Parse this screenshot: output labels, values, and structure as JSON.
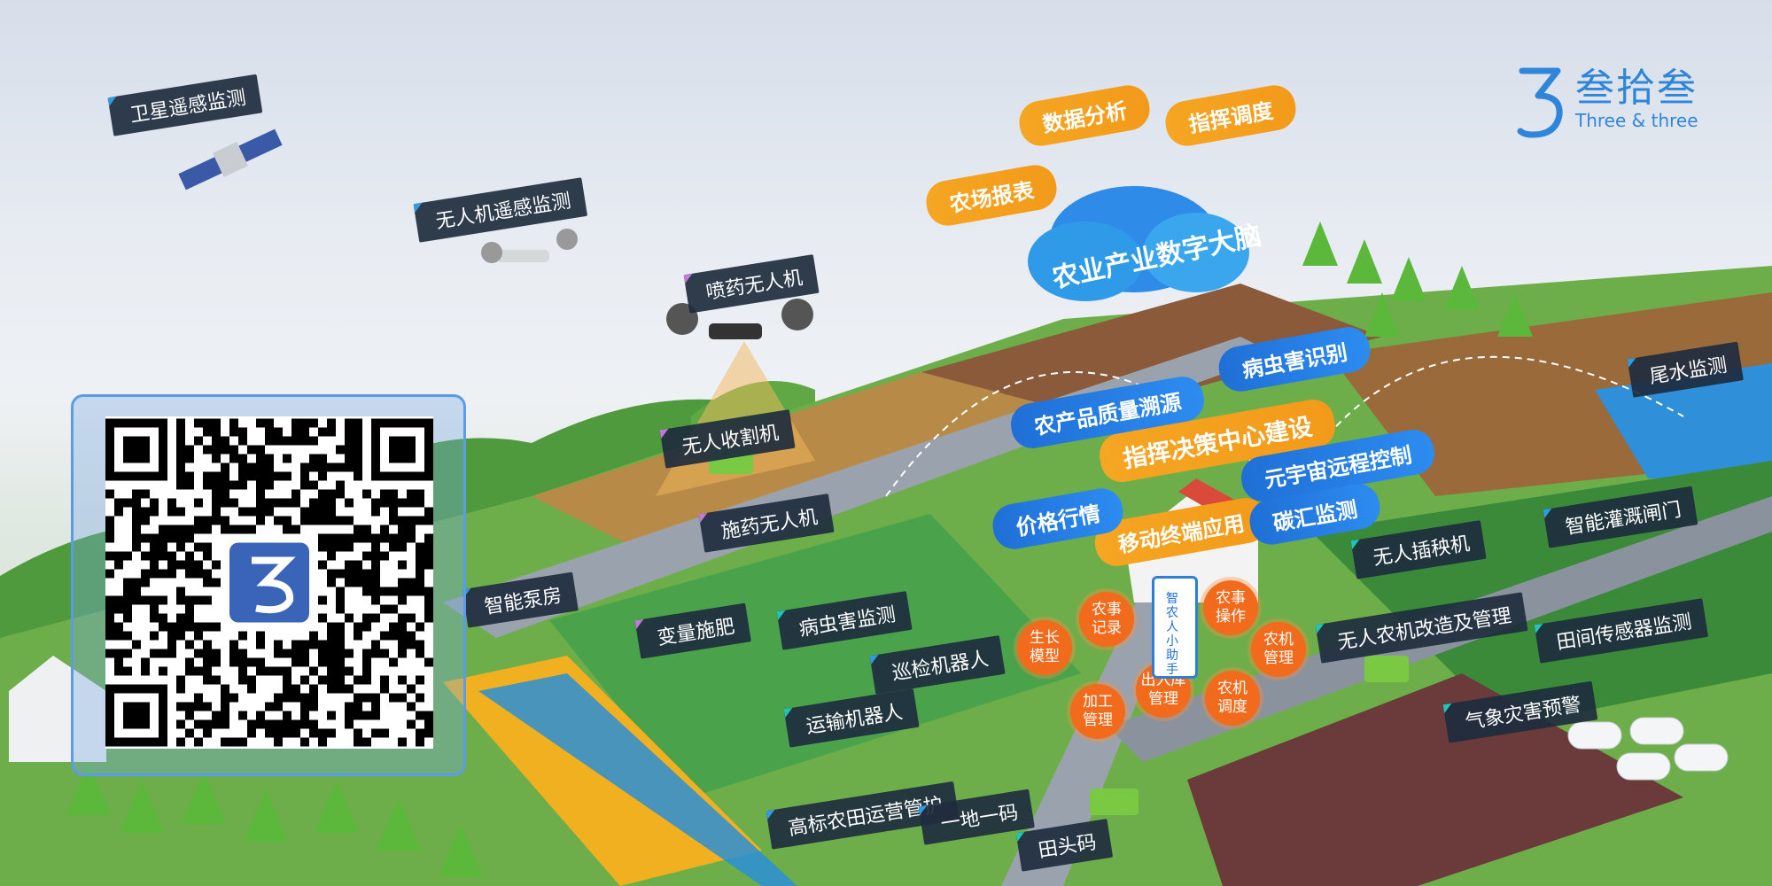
{
  "brand": {
    "name_cn": "叁拾叁",
    "name_en": "Three & three"
  },
  "cloud": {
    "title": "农业产业数字大脑"
  },
  "orange_pills": {
    "report": "农场报表",
    "analysis": "数据分析",
    "dispatch": "指挥调度",
    "command_center": "指挥决策中心建设",
    "mobile": "移动终端应用"
  },
  "blue_pills": {
    "traceability": "农产品质量溯源",
    "pest_id": "病虫害识别",
    "metaverse": "元宇宙远程控制",
    "price": "价格行情",
    "carbon": "碳汇监测"
  },
  "labels": {
    "satellite": "卫星遥感监测",
    "drone_rs": "无人机遥感监测",
    "spray_drone": "喷药无人机",
    "harvester": "无人收割机",
    "pesticide_drone": "施药无人机",
    "pump_house": "智能泵房",
    "variable_fert": "变量施肥",
    "pest_monitor": "病虫害监测",
    "patrol_robot": "巡检机器人",
    "transport_robot": "运输机器人",
    "farmland_ops": "高标农田运营管护",
    "one_code": "一地一码",
    "field_code": "田头码",
    "tailwater": "尾水监测",
    "irrigation_gate": "智能灌溉闸门",
    "transplanter": "无人插秧机",
    "machinery_upgrade": "无人农机改造及管理",
    "field_sensor": "田间传感器监测",
    "weather": "气象灾害预警"
  },
  "circles": {
    "growth": "生长\n模型",
    "records": "农事\n记录",
    "operations": "农事\n操作",
    "machinery_mgmt": "农机\n管理",
    "processing": "加工\n管理",
    "warehouse": "出入库\n管理",
    "machinery_dispatch": "农机\n调度"
  },
  "kiosk": {
    "text": "智农人小助手"
  }
}
